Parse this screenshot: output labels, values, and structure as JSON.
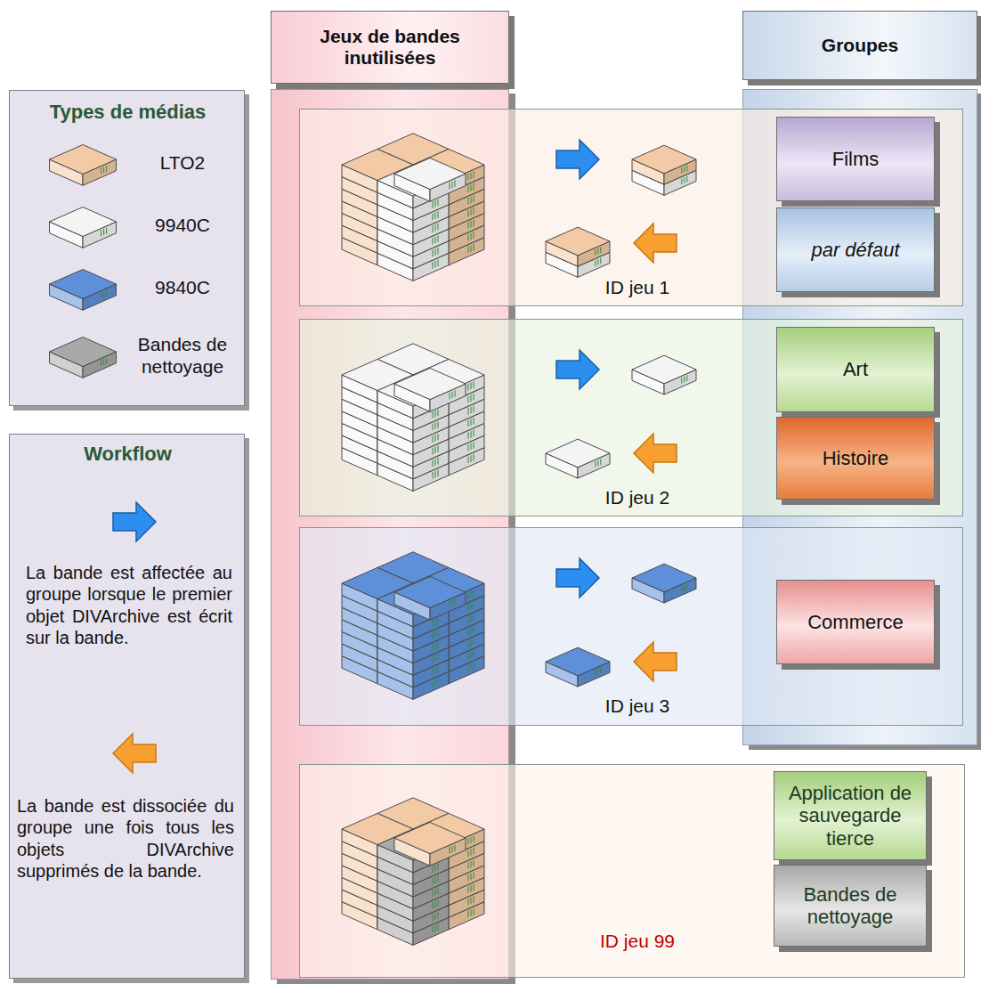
{
  "diagram": {
    "nodes": [
      {
        "text": [
          "Types de médias"
        ]
      },
      {
        "text": [
          "Workflow",
          "La bande est affectée au groupe lorsque le premier objet DIVArchive est écrit sur la bande.",
          "La bande est dissociée du groupe une fois tous les objets DIVArchive supprimés de la bande."
        ]
      },
      {
        "text": [
          "Jeux de bandes inutilisées"
        ]
      },
      {
        "text": [
          "Groupes"
        ]
      },
      {
        "text": [
          "ID jeu 1"
        ]
      },
      {
        "text": [
          "Films"
        ],
        "in": 4
      },
      {
        "text": [
          "par défaut"
        ],
        "in": 4
      },
      {
        "text": [
          "ID jeu 2"
        ]
      },
      {
        "text": [
          "Art"
        ],
        "in": 7
      },
      {
        "text": [
          "Histoire"
        ],
        "in": 7
      },
      {
        "text": [
          "ID jeu 3"
        ]
      },
      {
        "text": [
          "Commerce"
        ],
        "in": 10
      },
      {
        "text": [
          "ID jeu 99"
        ]
      },
      {
        "text": [
          "Application de sauvegarde tierce"
        ],
        "in": 12
      },
      {
        "text": [
          "Bandes de nettoyage"
        ],
        "in": 12
      }
    ],
    "legend": [
      {
        "text": "LTO2",
        "color": "#f2cba6"
      },
      {
        "text": "9940C",
        "color": "#f4f4f4"
      },
      {
        "text": "9840C",
        "color": "#5d90d8"
      },
      {
        "text": "Bandes de nettoyage",
        "color": "#a9a9a9"
      }
    ]
  }
}
